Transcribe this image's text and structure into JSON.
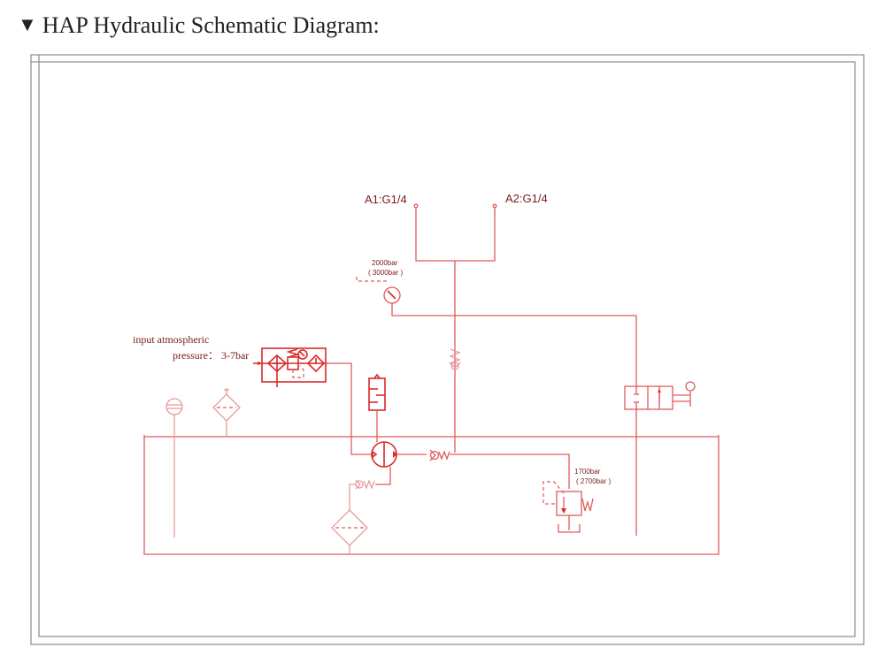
{
  "header": {
    "marker": "▼",
    "title": "HAP Hydraulic Schematic Diagram:"
  },
  "diagram": {
    "colors": {
      "line": "#e05a5a",
      "line_strong": "#d92a2a",
      "text": "#7a1a1a",
      "frame": "#8a8a8a"
    },
    "ports": {
      "a1": "A1:G1/4",
      "a2": "A2:G1/4"
    },
    "gauge": {
      "line1": "2000bar",
      "line2": "( 3000bar )"
    },
    "input": {
      "line1": "input atmospheric",
      "line2": "pressure：  3-7bar"
    },
    "relief_valve": {
      "line1": "1700bar",
      "line2": "( 2700bar )"
    },
    "components": [
      {
        "name": "air-fru-unit",
        "label": "Filter-Regulator-Lubricator"
      },
      {
        "name": "pressure-gauge",
        "label": "Pressure gauge"
      },
      {
        "name": "air-driven-pump",
        "label": "Air driven pump"
      },
      {
        "name": "accumulator",
        "label": "Accumulator"
      },
      {
        "name": "check-valve",
        "label": "Check valve"
      },
      {
        "name": "relief-valve",
        "label": "Relief valve"
      },
      {
        "name": "directional-valve",
        "label": "Manual directional valve"
      },
      {
        "name": "level-gauge",
        "label": "Level gauge"
      },
      {
        "name": "breather-filter",
        "label": "Breather filter"
      },
      {
        "name": "suction-filter",
        "label": "Suction filter"
      },
      {
        "name": "reservoir",
        "label": "Reservoir"
      }
    ]
  }
}
